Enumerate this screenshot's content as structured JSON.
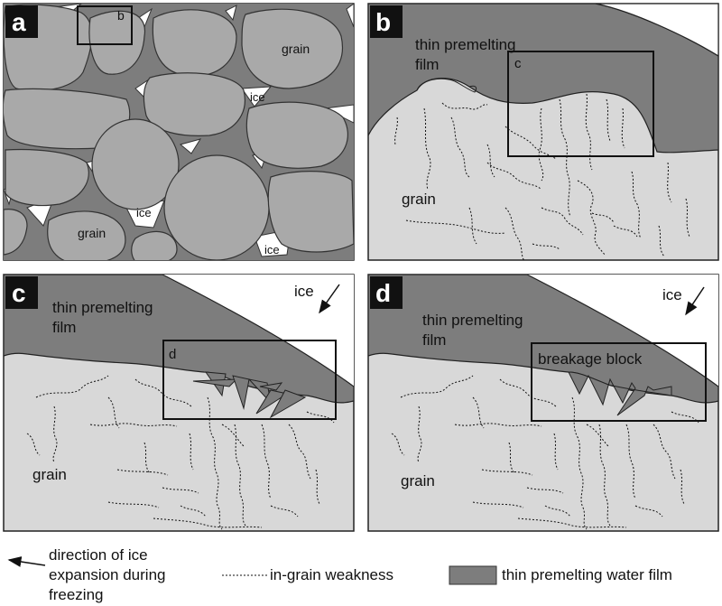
{
  "colors": {
    "grain": "#a9a9a9",
    "grain_light": "#d8d8d8",
    "film": "#7d7d7d",
    "outline": "#333333",
    "ice": "#ffffff"
  },
  "panels": {
    "a": {
      "letter": "a",
      "inset_label": "b",
      "grain_labels": [
        "grain",
        "grain"
      ],
      "ice_labels": [
        "ice",
        "ice",
        "ice"
      ]
    },
    "b": {
      "letter": "b",
      "film_label_line1": "thin premelting",
      "film_label_line2": "film",
      "inset_label": "c",
      "grain_label": "grain"
    },
    "c": {
      "letter": "c",
      "film_label_line1": "thin premelting",
      "film_label_line2": "film",
      "inset_label": "d",
      "grain_label": "grain",
      "ice_label": "ice"
    },
    "d": {
      "letter": "d",
      "film_label_line1": "thin premelting",
      "film_label_line2": "film",
      "inset_label": "breakage block",
      "grain_label": "grain",
      "ice_label": "ice"
    }
  },
  "legend": {
    "arrow_line1": "direction of ice",
    "arrow_line2": "expansion during",
    "arrow_line3": "freezing",
    "weakness": "in-grain weakness",
    "film": "thin premelting water film"
  }
}
